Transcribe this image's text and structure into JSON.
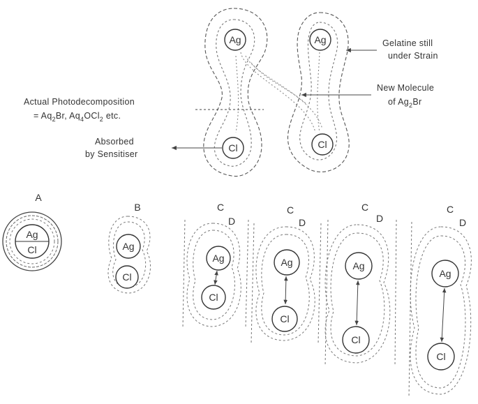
{
  "top": {
    "left_pair": {
      "upper": "Ag",
      "lower": "Cl"
    },
    "right_pair": {
      "upper": "Ag",
      "lower": "Cl"
    },
    "annotations": {
      "gelatine_line1": "Gelatine still",
      "gelatine_line2": "under Strain",
      "new_molecule_line1": "New Molecule",
      "new_molecule_line2_prefix": "of Ag",
      "new_molecule_line2_sub": "2",
      "new_molecule_line2_suffix": "Br",
      "photo_line1": "Actual Photodecomposition",
      "photo_line2_a": "= Aq",
      "photo_line2_sub1": "2",
      "photo_line2_b": "Br,  Aq",
      "photo_line2_sub2": "4",
      "photo_line2_c": "OCl",
      "photo_line2_sub3": "2",
      "photo_line2_d": "  etc.",
      "absorbed_line1": "Absorbed",
      "absorbed_line2": "by Sensitiser"
    }
  },
  "stages": {
    "A": {
      "letter": "A",
      "upper": "Ag",
      "lower": "Cl"
    },
    "B": {
      "letter": "B",
      "upper": "Ag",
      "lower": "Cl"
    },
    "s1": {
      "c": "C",
      "d": "D",
      "upper": "Ag",
      "lower": "Cl"
    },
    "s2": {
      "c": "C",
      "d": "D",
      "upper": "Ag",
      "lower": "Cl"
    },
    "s3": {
      "c": "C",
      "d": "D",
      "upper": "Ag",
      "lower": "Cl"
    },
    "s4": {
      "c": "C",
      "d": "D",
      "upper": "Ag",
      "lower": "Cl"
    }
  }
}
